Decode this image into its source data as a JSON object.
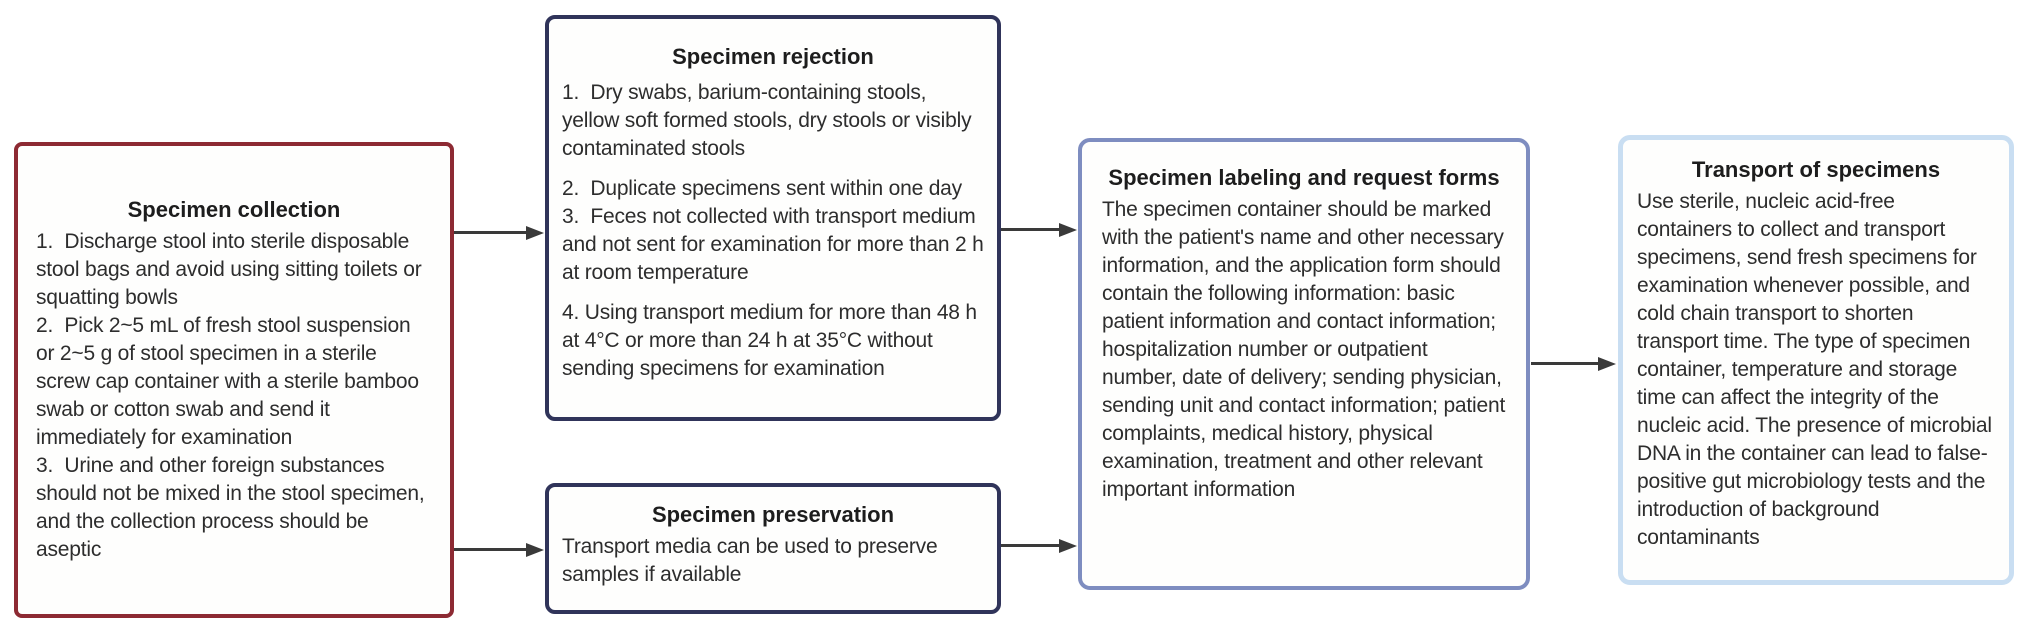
{
  "colors": {
    "page-bg": "#ffffff",
    "box-bg": "#fefefd",
    "text": "#2d2d2d",
    "arrow": "#3a3a3a",
    "collection-border": "#8d2a33",
    "rejection-border": "#30345a",
    "preservation-border": "#30345a",
    "labeling-border": "#7e8dc0",
    "transport-border": "#c9def2"
  },
  "boxes": {
    "collection": {
      "title": "Specimen collection",
      "items": [
        "1.  Discharge stool into sterile disposable stool bags and avoid using sitting toilets or squatting bowls",
        "2.  Pick 2~5 mL of fresh stool suspension or 2~5 g of stool specimen in a sterile screw cap container with a sterile bamboo swab or cotton swab and send it immediately for examination",
        "3.  Urine and other foreign substances should not be mixed in the stool specimen, and the collection process should be aseptic"
      ]
    },
    "rejection": {
      "title": "Specimen rejection",
      "items": [
        "1.  Dry swabs, barium-containing stools, yellow soft formed stools, dry stools or visibly contaminated stools",
        "2.  Duplicate specimens sent within one day",
        "3.  Feces not collected with transport medium and not sent for examination for more than 2 h at room temperature",
        "4. Using transport medium for more than 48 h at 4°C or more than 24 h at 35°C without sending specimens for examination"
      ]
    },
    "preservation": {
      "title": "Specimen preservation",
      "body": "Transport media can be used to preserve samples if available"
    },
    "labeling": {
      "title": "Specimen labeling and request forms",
      "body": "The specimen container should be marked with the patient's name and other necessary information, and the application form should contain the following information: basic patient information and contact information; hospitalization number or outpatient number, date of delivery; sending physician, sending unit and contact information; patient complaints, medical history, physical examination, treatment and other relevant important information"
    },
    "transport": {
      "title": "Transport of specimens",
      "body": "Use sterile, nucleic acid-free containers to collect and transport specimens, send fresh specimens for examination whenever possible, and cold chain transport to shorten transport time. The type of specimen container, temperature and storage time can affect the integrity of the nucleic acid. The presence of microbial DNA in the container can lead to false-positive gut microbiology tests and the introduction of background contaminants"
    }
  },
  "arrows": [
    {
      "from": "specimen-collection",
      "to": "specimen-rejection"
    },
    {
      "from": "specimen-collection",
      "to": "specimen-preservation"
    },
    {
      "from": "specimen-rejection",
      "to": "specimen-labeling"
    },
    {
      "from": "specimen-preservation",
      "to": "specimen-labeling"
    },
    {
      "from": "specimen-labeling",
      "to": "transport-of-specimens"
    }
  ]
}
